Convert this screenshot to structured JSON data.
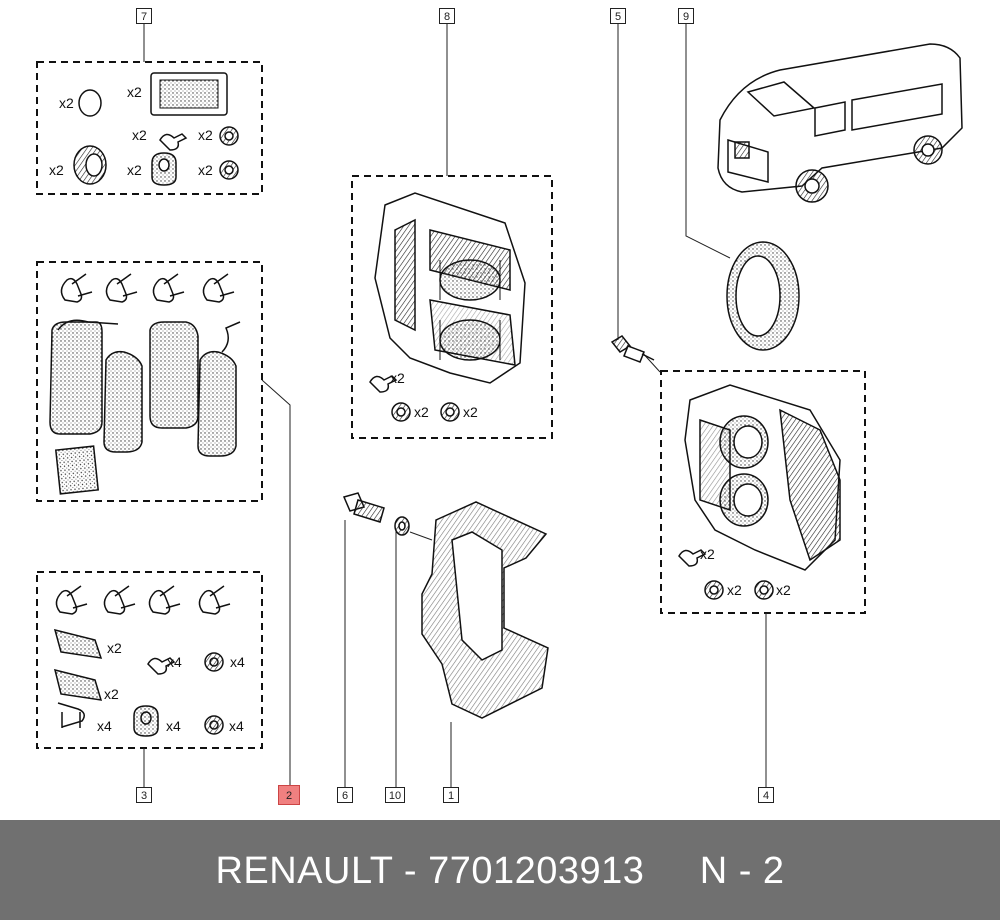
{
  "callouts": {
    "c1": "1",
    "c2": "2",
    "c3": "3",
    "c4": "4",
    "c5": "5",
    "c6": "6",
    "c7": "7",
    "c8": "8",
    "c9": "9",
    "c10": "10"
  },
  "quantities": {
    "k7_oring": "x2",
    "k7_grease": "x2",
    "k7_screw": "x2",
    "k7_seal": "x2",
    "k7_boot": "x2",
    "k7_bush": "x2",
    "k7_ring": "x2",
    "k8_screw": "x2",
    "k8_seal1": "x2",
    "k8_seal2": "x2",
    "k3_plate1": "x2",
    "k3_screw": "x4",
    "k3_seal": "x4",
    "k3_plate2": "x2",
    "k3_spring": "x4",
    "k3_bush": "x4",
    "k3_ring": "x4",
    "k4_screw": "x2",
    "k4_seal1": "x2",
    "k4_seal2": "x2"
  },
  "footer": {
    "text": "RENAULT - 7701203913     N - 2"
  },
  "colors": {
    "footer_bg": "#707070",
    "highlight": "#f08080"
  }
}
